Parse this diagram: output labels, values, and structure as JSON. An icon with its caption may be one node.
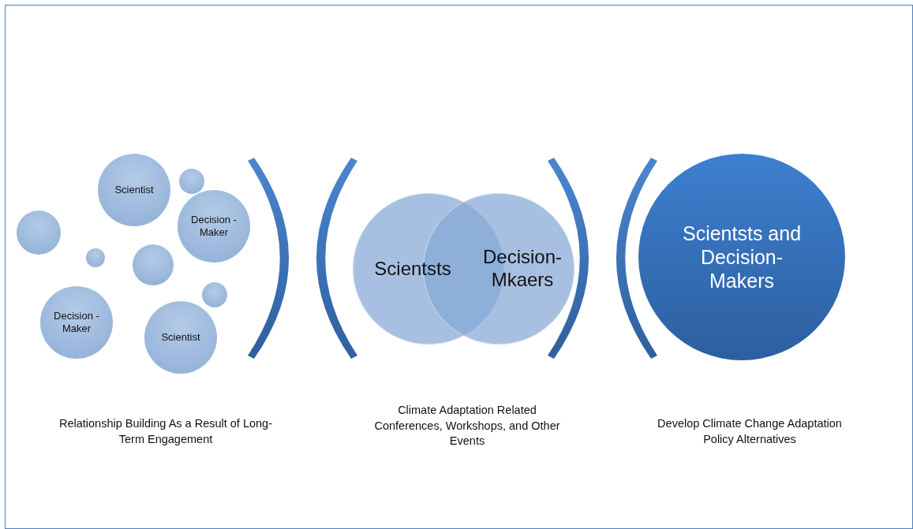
{
  "diagram": {
    "nodes": [
      {
        "text": [],
        "shape": "circle"
      },
      {
        "text": [
          "Decision -Maker"
        ]
      },
      {
        "text": [],
        "shape": "circle"
      },
      {
        "text": [
          "Scientist"
        ]
      },
      {
        "text": [],
        "shape": "circle"
      },
      {
        "text": [
          "Scientist"
        ]
      },
      {
        "text": [],
        "shape": "circle"
      },
      {
        "text": [
          "Decision -Maker"
        ]
      },
      {
        "text": [],
        "shape": "circle"
      },
      {
        "text": [
          "Scientsts"
        ]
      },
      {
        "text": [
          "Decision- Mkaers"
        ]
      },
      {
        "text": [
          "Scientsts and Decision- Makers"
        ]
      },
      {
        "text": [],
        "shape": "bracket"
      },
      {
        "text": [],
        "shape": "bracket"
      },
      {
        "text": [],
        "shape": "bracket"
      },
      {
        "text": [],
        "shape": "bracket"
      }
    ],
    "edges": [],
    "labels": [
      "Relationship Building As a Result of Long-Term Engagement",
      "Climate Adaptation Related Conferences, Workshops, and Other Events",
      "Develop Climate Change Adaptation Policy Alternatives"
    ]
  }
}
